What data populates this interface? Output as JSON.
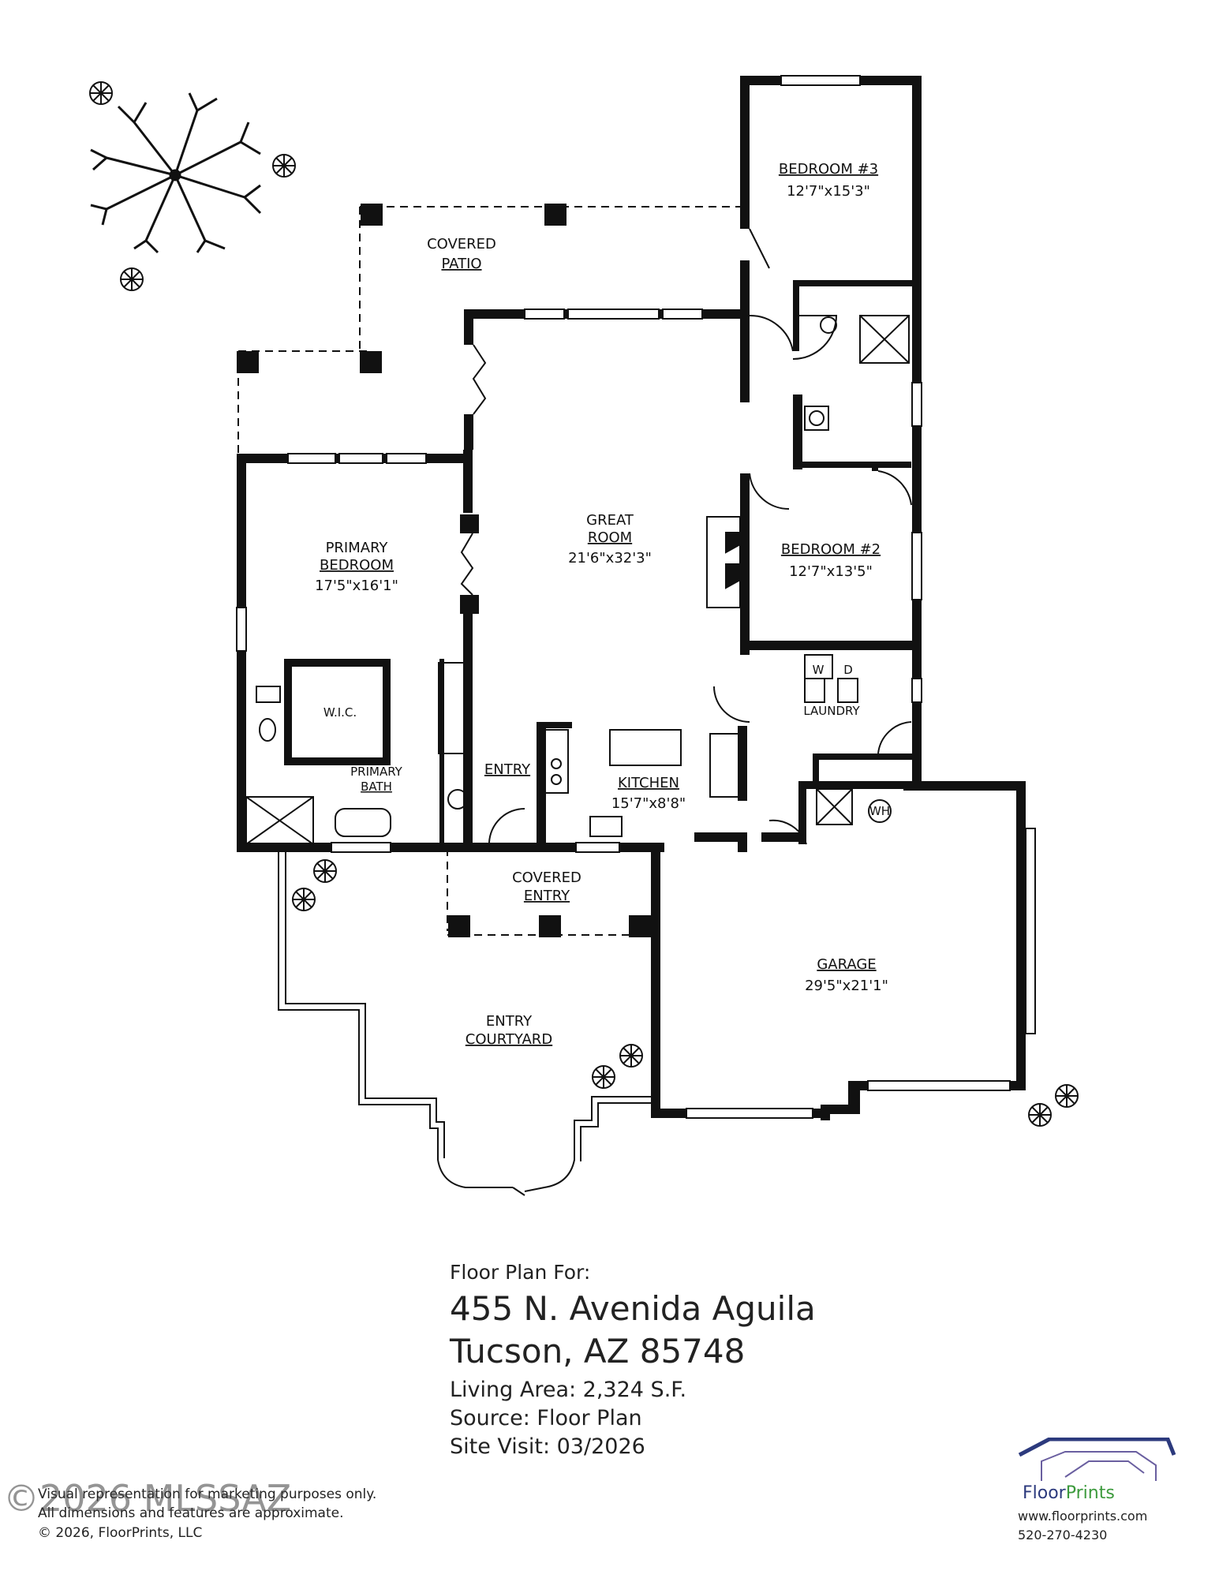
{
  "rooms": {
    "bedroom3": {
      "name": "BEDROOM #3",
      "dims": "12'7\"x15'3\""
    },
    "covered_patio": {
      "line1": "COVERED",
      "line2": "PATIO"
    },
    "primary_bedroom": {
      "line1": "PRIMARY",
      "line2": "BEDROOM",
      "dims": "17'5\"x16'1\""
    },
    "great_room": {
      "line1": "GREAT",
      "line2": "ROOM",
      "dims": "21'6\"x32'3\""
    },
    "bedroom2": {
      "name": "BEDROOM #2",
      "dims": "12'7\"x13'5\""
    },
    "laundry": {
      "name": "LAUNDRY"
    },
    "wic": {
      "name": "W.I.C."
    },
    "primary_bath": {
      "line1": "PRIMARY",
      "line2": "BATH"
    },
    "entry": {
      "name": "ENTRY"
    },
    "kitchen": {
      "name": "KITCHEN",
      "dims": "15'7\"x8'8\""
    },
    "covered_entry": {
      "line1": "COVERED",
      "line2": "ENTRY"
    },
    "garage": {
      "name": "GARAGE",
      "dims": "29'5\"x21'1\""
    },
    "entry_courtyard": {
      "line1": "ENTRY",
      "line2": "COURTYARD"
    }
  },
  "fixtures": {
    "washer": "W",
    "dryer": "D",
    "water_heater": "WH"
  },
  "info": {
    "floor_plan_for": "Floor Plan For:",
    "address1": "455 N. Avenida Aguila",
    "address2": "Tucson, AZ  85748",
    "living_area": "Living Area:  2,324 S.F.",
    "source": "Source:  Floor Plan",
    "site_visit": "Site Visit:  03/2026"
  },
  "footer": {
    "disclaimer1": "Visual representation for marketing purposes only.",
    "disclaimer2": "All dimensions and features are approximate.",
    "copyright": "© 2026, FloorPrints, LLC",
    "watermark": "©2026 MLSSAZ"
  },
  "logo": {
    "brand_part1": "Floor",
    "brand_part2": "Prints",
    "website": "www.floorprints.com",
    "phone": "520-270-4230"
  },
  "colors": {
    "wall": "#111111",
    "logo_blue": "#2c3a7d",
    "logo_green": "#3c9a3c"
  }
}
